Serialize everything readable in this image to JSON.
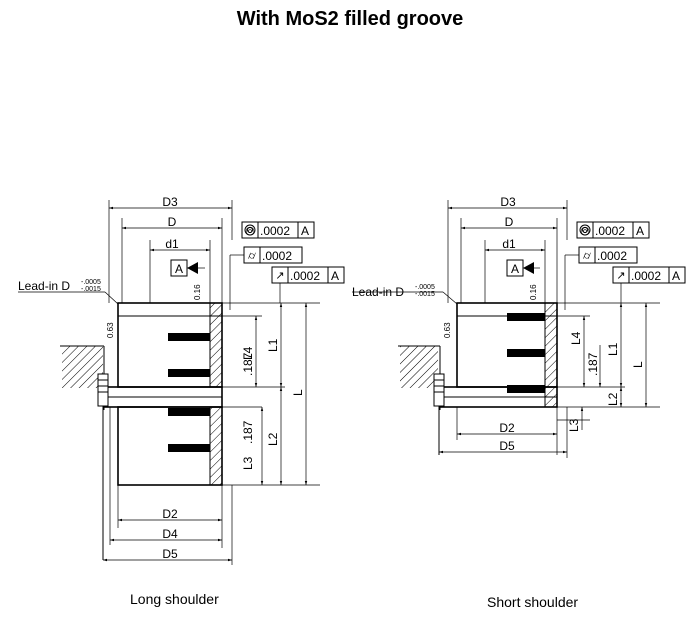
{
  "title": "With MoS2 filled groove",
  "captions": {
    "left": "Long shoulder",
    "right": "Short shoulder"
  },
  "labels": {
    "D3": "D3",
    "D": "D",
    "d1": "d1",
    "D2": "D2",
    "D4": "D4",
    "D5": "D5",
    "L": "L",
    "L1": "L1",
    "L2": "L2",
    "L3": "L3",
    "L4": "L4",
    "lead_in": "Lead-in D",
    "lead_in_upper": "-.0005",
    "lead_in_lower": "-.0015",
    "gap": ".187",
    "roughness_1": "0.16",
    "roughness_2": "0.63",
    "datum": "A",
    "tolerance": ".0002",
    "concentricity_symbol": "◎",
    "cylindricity_symbol": "⌭",
    "runout_symbol": "↗"
  },
  "colors": {
    "line": "#000000",
    "background": "#ffffff",
    "groove_fill": "#000000"
  }
}
